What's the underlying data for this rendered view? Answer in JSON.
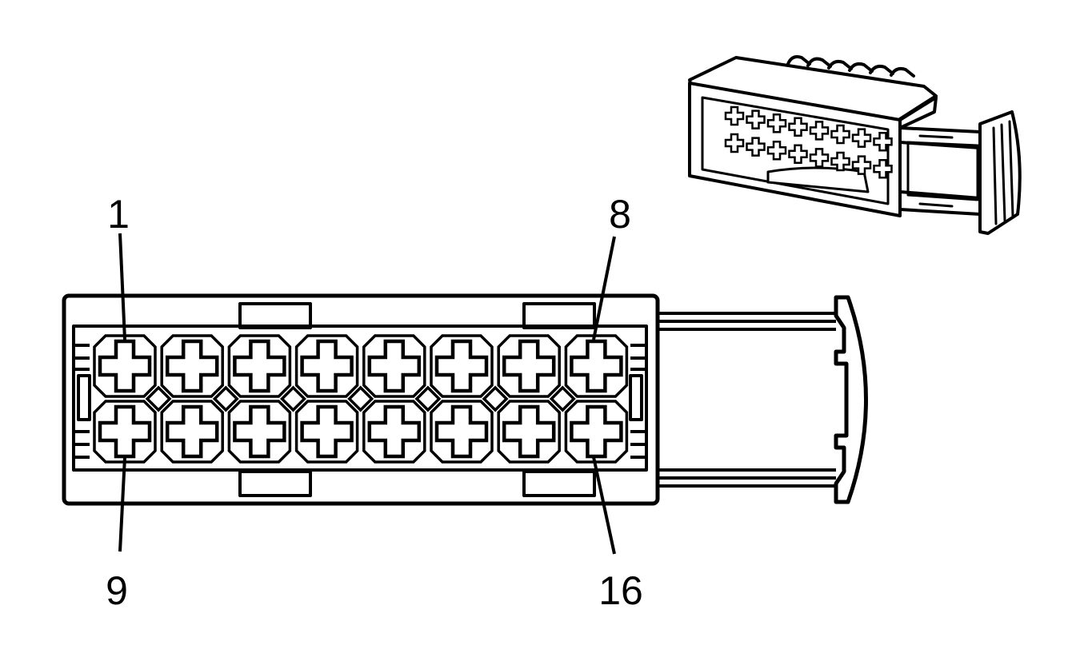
{
  "diagram": {
    "kind": "connector-end-view",
    "pin_count": 16,
    "rows": 2,
    "columns": 8,
    "labels": {
      "top_left": "1",
      "top_right": "8",
      "bottom_left": "9",
      "bottom_right": "16"
    },
    "colors": {
      "line": "#000000",
      "background": "#ffffff"
    }
  }
}
